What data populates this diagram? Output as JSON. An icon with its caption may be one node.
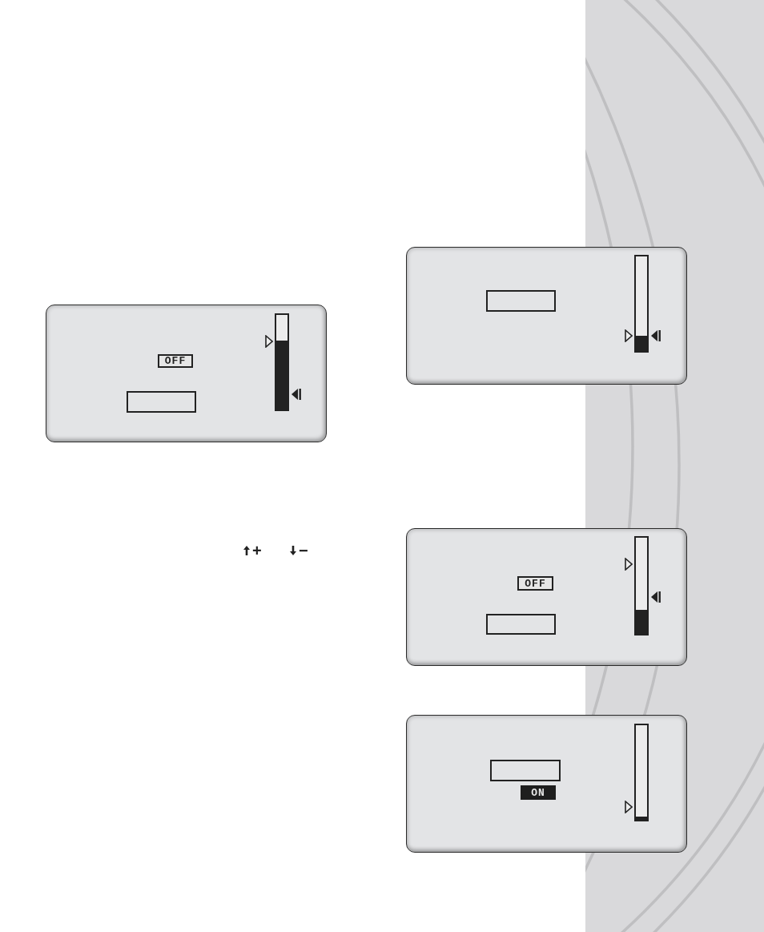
{
  "diagram": {
    "nodes": [
      {
        "text": [],
        "shape": "box"
      },
      {
        "text": [
          "OFF"
        ],
        "in": 0
      },
      {
        "text": [],
        "shape": "box",
        "in": 0
      },
      {
        "text": [],
        "shape": "box"
      },
      {
        "text": [],
        "shape": "box",
        "in": 3
      },
      {
        "text": [],
        "shape": "box"
      },
      {
        "text": [
          "OFF"
        ],
        "in": 5
      },
      {
        "text": [],
        "shape": "box",
        "in": 5
      },
      {
        "text": [],
        "shape": "box"
      },
      {
        "text": [],
        "shape": "box",
        "in": 8
      },
      {
        "text": [
          "ON"
        ],
        "in": 8
      }
    ],
    "labels": [
      "+",
      "−"
    ]
  }
}
